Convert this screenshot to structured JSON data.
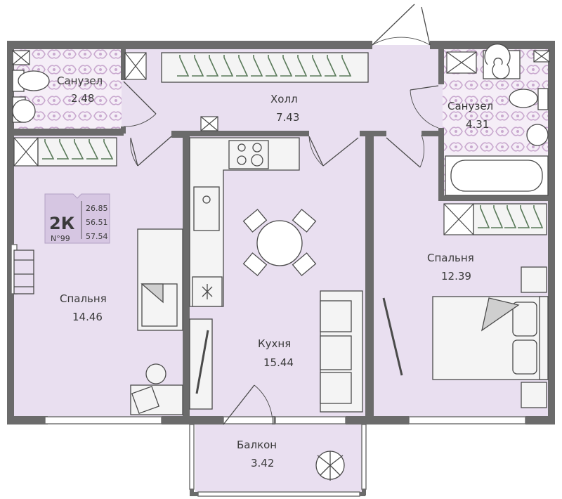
{
  "rooms": {
    "bath_small": {
      "name": "Санузел",
      "area": "2.48"
    },
    "hall": {
      "name": "Холл",
      "area": "7.43"
    },
    "bath_big": {
      "name": "Санузел",
      "area": "4.31"
    },
    "bedroom_left": {
      "name": "Спальня",
      "area": "14.46"
    },
    "kitchen": {
      "name": "Кухня",
      "area": "15.44"
    },
    "bedroom_right": {
      "name": "Спальня",
      "area": "12.39"
    },
    "balcony": {
      "name": "Балкон",
      "area": "3.42"
    }
  },
  "badge": {
    "type": "2К",
    "number": "N°99",
    "area_living": "26.85",
    "area_total": "56.51",
    "area_full": "57.54"
  },
  "colors": {
    "wall": "#6b6b6b",
    "floor": "#e9dff0",
    "line": "#4a4a4a",
    "accent": "#5a7a5a",
    "tile": "#c9a9cf",
    "furniture": "#f4f4f4",
    "badge_bg": "#d6c6e2"
  }
}
